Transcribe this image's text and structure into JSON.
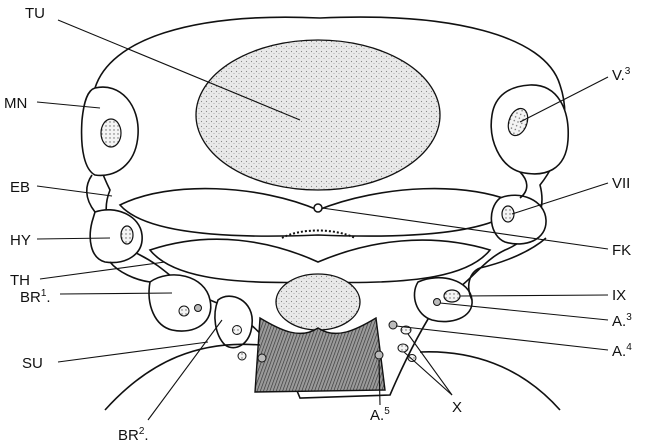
{
  "labels": {
    "tu": "TU",
    "mn": "MN",
    "eb": "EB",
    "hy": "HY",
    "th": "TH",
    "br1": "BR",
    "br1_sup": "1",
    "su": "SU",
    "br2": "BR",
    "br2_sup": "2",
    "v3": "V.",
    "v3_sup": "3",
    "vii": "VII",
    "fk": "FK",
    "ix": "IX",
    "a3": "A.",
    "a3_sup": "3",
    "a4": "A.",
    "a4_sup": "4",
    "a5": "A.",
    "a5_sup": "5",
    "x": "X"
  },
  "colors": {
    "ink": "#111111",
    "paper": "#ffffff",
    "shade_dark": "#555555",
    "shade_mid": "#9a9a9a",
    "shade_light": "#d6d6d6"
  }
}
